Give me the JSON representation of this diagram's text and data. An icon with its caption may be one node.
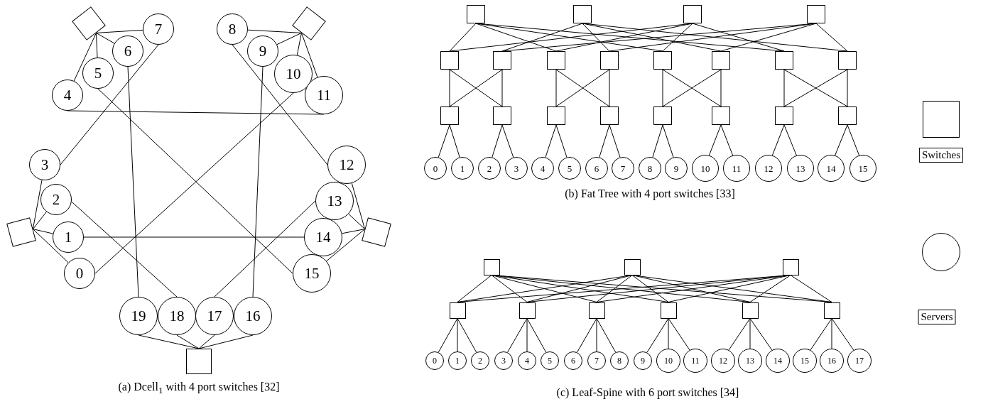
{
  "diagram": {
    "nodes": [
      {
        "text": [],
        "shape": "box"
      },
      {
        "text": [],
        "shape": "box"
      },
      {
        "text": [],
        "shape": "box"
      },
      {
        "text": [],
        "shape": "box"
      },
      {
        "text": [],
        "shape": "box"
      },
      {
        "text": [
          "0"
        ]
      },
      {
        "text": [
          "1"
        ]
      },
      {
        "text": [
          "2"
        ]
      },
      {
        "text": [
          "3"
        ]
      },
      {
        "text": [
          "4"
        ]
      },
      {
        "text": [
          "5"
        ]
      },
      {
        "text": [
          "6"
        ]
      },
      {
        "text": [
          "7"
        ]
      },
      {
        "text": [
          "8"
        ]
      },
      {
        "text": [
          "9"
        ]
      },
      {
        "text": [
          "10"
        ]
      },
      {
        "text": [
          "11"
        ]
      },
      {
        "text": [
          "12"
        ]
      },
      {
        "text": [
          "13"
        ]
      },
      {
        "text": [
          "14"
        ]
      },
      {
        "text": [
          "15"
        ]
      },
      {
        "text": [
          "16"
        ]
      },
      {
        "text": [
          "17"
        ]
      },
      {
        "text": [
          "18"
        ]
      },
      {
        "text": [
          "19"
        ]
      },
      {
        "text": [],
        "shape": "box"
      },
      {
        "text": [],
        "shape": "box"
      },
      {
        "text": [],
        "shape": "box"
      },
      {
        "text": [],
        "shape": "box"
      },
      {
        "text": [],
        "shape": "box"
      },
      {
        "text": [],
        "shape": "box"
      },
      {
        "text": [],
        "shape": "box"
      },
      {
        "text": [],
        "shape": "box"
      },
      {
        "text": [],
        "shape": "box"
      },
      {
        "text": [],
        "shape": "box"
      },
      {
        "text": [],
        "shape": "box"
      },
      {
        "text": [],
        "shape": "box"
      },
      {
        "text": [],
        "shape": "box"
      },
      {
        "text": [],
        "shape": "box"
      },
      {
        "text": [],
        "shape": "box"
      },
      {
        "text": [],
        "shape": "box"
      },
      {
        "text": [],
        "shape": "box"
      },
      {
        "text": [],
        "shape": "box"
      },
      {
        "text": [],
        "shape": "box"
      },
      {
        "text": [],
        "shape": "box"
      },
      {
        "text": [
          "0"
        ]
      },
      {
        "text": [
          "1"
        ]
      },
      {
        "text": [
          "2"
        ]
      },
      {
        "text": [
          "3"
        ]
      },
      {
        "text": [
          "4"
        ]
      },
      {
        "text": [
          "5"
        ]
      },
      {
        "text": [
          "6"
        ]
      },
      {
        "text": [
          "7"
        ]
      },
      {
        "text": [
          "8"
        ]
      },
      {
        "text": [
          "9"
        ]
      },
      {
        "text": [
          "10"
        ]
      },
      {
        "text": [
          "11"
        ]
      },
      {
        "text": [
          "12"
        ]
      },
      {
        "text": [
          "13"
        ]
      },
      {
        "text": [
          "14"
        ]
      },
      {
        "text": [
          "15"
        ]
      },
      {
        "text": [],
        "shape": "box"
      },
      {
        "text": [],
        "shape": "box"
      },
      {
        "text": [],
        "shape": "box"
      },
      {
        "text": [],
        "shape": "box"
      },
      {
        "text": [],
        "shape": "box"
      },
      {
        "text": [],
        "shape": "box"
      },
      {
        "text": [],
        "shape": "box"
      },
      {
        "text": [],
        "shape": "box"
      },
      {
        "text": [],
        "shape": "box"
      },
      {
        "text": [
          "0"
        ]
      },
      {
        "text": [
          "1"
        ]
      },
      {
        "text": [
          "2"
        ]
      },
      {
        "text": [
          "3"
        ]
      },
      {
        "text": [
          "4"
        ]
      },
      {
        "text": [
          "5"
        ]
      },
      {
        "text": [
          "6"
        ]
      },
      {
        "text": [
          "7"
        ]
      },
      {
        "text": [
          "8"
        ]
      },
      {
        "text": [
          "9"
        ]
      },
      {
        "text": [
          "10"
        ]
      },
      {
        "text": [
          "11"
        ]
      },
      {
        "text": [
          "12"
        ]
      },
      {
        "text": [
          "13"
        ]
      },
      {
        "text": [
          "14"
        ]
      },
      {
        "text": [
          "15"
        ]
      },
      {
        "text": [
          "16"
        ]
      },
      {
        "text": [
          "17"
        ]
      }
    ],
    "edges": [
      {
        "from": 0,
        "to": 9,
        "arrow": "none"
      },
      {
        "from": 0,
        "to": 10,
        "arrow": "none"
      },
      {
        "from": 0,
        "to": 11,
        "arrow": "none"
      },
      {
        "from": 0,
        "to": 12,
        "arrow": "none"
      },
      {
        "from": 1,
        "to": 13,
        "arrow": "none"
      },
      {
        "from": 1,
        "to": 14,
        "arrow": "none"
      },
      {
        "from": 1,
        "to": 15,
        "arrow": "none"
      },
      {
        "from": 1,
        "to": 16,
        "arrow": "none"
      },
      {
        "from": 2,
        "to": 5,
        "arrow": "none"
      },
      {
        "from": 2,
        "to": 6,
        "arrow": "none"
      },
      {
        "from": 2,
        "to": 7,
        "arrow": "none"
      },
      {
        "from": 2,
        "to": 8,
        "arrow": "none"
      },
      {
        "from": 3,
        "to": 17,
        "arrow": "none"
      },
      {
        "from": 3,
        "to": 18,
        "arrow": "none"
      },
      {
        "from": 3,
        "to": 19,
        "arrow": "none"
      },
      {
        "from": 3,
        "to": 20,
        "arrow": "none"
      },
      {
        "from": 4,
        "to": 21,
        "arrow": "none"
      },
      {
        "from": 4,
        "to": 22,
        "arrow": "none"
      },
      {
        "from": 4,
        "to": 23,
        "arrow": "none"
      },
      {
        "from": 4,
        "to": 24,
        "arrow": "none"
      },
      {
        "from": 8,
        "to": 12,
        "arrow": "none"
      },
      {
        "from": 5,
        "to": 15,
        "arrow": "none"
      },
      {
        "from": 6,
        "to": 19,
        "arrow": "none"
      },
      {
        "from": 7,
        "to": 23,
        "arrow": "none"
      },
      {
        "from": 9,
        "to": 16,
        "arrow": "none"
      },
      {
        "from": 10,
        "to": 20,
        "arrow": "none"
      },
      {
        "from": 11,
        "to": 24,
        "arrow": "none"
      },
      {
        "from": 13,
        "to": 17,
        "arrow": "none"
      },
      {
        "from": 14,
        "to": 21,
        "arrow": "none"
      },
      {
        "from": 18,
        "to": 22,
        "arrow": "none"
      },
      {
        "from": 25,
        "to": 29,
        "arrow": "none"
      },
      {
        "from": 25,
        "to": 31,
        "arrow": "none"
      },
      {
        "from": 25,
        "to": 33,
        "arrow": "none"
      },
      {
        "from": 25,
        "to": 35,
        "arrow": "none"
      },
      {
        "from": 26,
        "to": 30,
        "arrow": "none"
      },
      {
        "from": 26,
        "to": 32,
        "arrow": "none"
      },
      {
        "from": 26,
        "to": 34,
        "arrow": "none"
      },
      {
        "from": 26,
        "to": 36,
        "arrow": "none"
      },
      {
        "from": 27,
        "to": 29,
        "arrow": "none"
      },
      {
        "from": 27,
        "to": 31,
        "arrow": "none"
      },
      {
        "from": 27,
        "to": 33,
        "arrow": "none"
      },
      {
        "from": 27,
        "to": 35,
        "arrow": "none"
      },
      {
        "from": 28,
        "to": 30,
        "arrow": "none"
      },
      {
        "from": 28,
        "to": 32,
        "arrow": "none"
      },
      {
        "from": 28,
        "to": 34,
        "arrow": "none"
      },
      {
        "from": 28,
        "to": 36,
        "arrow": "none"
      },
      {
        "from": 29,
        "to": 37,
        "arrow": "none"
      },
      {
        "from": 29,
        "to": 38,
        "arrow": "none"
      },
      {
        "from": 30,
        "to": 37,
        "arrow": "none"
      },
      {
        "from": 30,
        "to": 38,
        "arrow": "none"
      },
      {
        "from": 31,
        "to": 39,
        "arrow": "none"
      },
      {
        "from": 31,
        "to": 40,
        "arrow": "none"
      },
      {
        "from": 32,
        "to": 39,
        "arrow": "none"
      },
      {
        "from": 32,
        "to": 40,
        "arrow": "none"
      },
      {
        "from": 33,
        "to": 41,
        "arrow": "none"
      },
      {
        "from": 33,
        "to": 42,
        "arrow": "none"
      },
      {
        "from": 34,
        "to": 41,
        "arrow": "none"
      },
      {
        "from": 34,
        "to": 42,
        "arrow": "none"
      },
      {
        "from": 35,
        "to": 43,
        "arrow": "none"
      },
      {
        "from": 35,
        "to": 44,
        "arrow": "none"
      },
      {
        "from": 36,
        "to": 43,
        "arrow": "none"
      },
      {
        "from": 36,
        "to": 44,
        "arrow": "none"
      },
      {
        "from": 37,
        "to": 45,
        "arrow": "none"
      },
      {
        "from": 37,
        "to": 46,
        "arrow": "none"
      },
      {
        "from": 38,
        "to": 47,
        "arrow": "none"
      },
      {
        "from": 38,
        "to": 48,
        "arrow": "none"
      },
      {
        "from": 39,
        "to": 49,
        "arrow": "none"
      },
      {
        "from": 39,
        "to": 50,
        "arrow": "none"
      },
      {
        "from": 40,
        "to": 51,
        "arrow": "none"
      },
      {
        "from": 40,
        "to": 52,
        "arrow": "none"
      },
      {
        "from": 41,
        "to": 53,
        "arrow": "none"
      },
      {
        "from": 41,
        "to": 54,
        "arrow": "none"
      },
      {
        "from": 42,
        "to": 55,
        "arrow": "none"
      },
      {
        "from": 42,
        "to": 56,
        "arrow": "none"
      },
      {
        "from": 43,
        "to": 57,
        "arrow": "none"
      },
      {
        "from": 43,
        "to": 58,
        "arrow": "none"
      },
      {
        "from": 44,
        "to": 59,
        "arrow": "none"
      },
      {
        "from": 44,
        "to": 60,
        "arrow": "none"
      },
      {
        "from": 61,
        "to": 64,
        "arrow": "none"
      },
      {
        "from": 61,
        "to": 65,
        "arrow": "none"
      },
      {
        "from": 61,
        "to": 66,
        "arrow": "none"
      },
      {
        "from": 61,
        "to": 67,
        "arrow": "none"
      },
      {
        "from": 61,
        "to": 68,
        "arrow": "none"
      },
      {
        "from": 61,
        "to": 69,
        "arrow": "none"
      },
      {
        "from": 62,
        "to": 64,
        "arrow": "none"
      },
      {
        "from": 62,
        "to": 65,
        "arrow": "none"
      },
      {
        "from": 62,
        "to": 66,
        "arrow": "none"
      },
      {
        "from": 62,
        "to": 67,
        "arrow": "none"
      },
      {
        "from": 62,
        "to": 68,
        "arrow": "none"
      },
      {
        "from": 62,
        "to": 69,
        "arrow": "none"
      },
      {
        "from": 63,
        "to": 64,
        "arrow": "none"
      },
      {
        "from": 63,
        "to": 65,
        "arrow": "none"
      },
      {
        "from": 63,
        "to": 66,
        "arrow": "none"
      },
      {
        "from": 63,
        "to": 67,
        "arrow": "none"
      },
      {
        "from": 63,
        "to": 68,
        "arrow": "none"
      },
      {
        "from": 63,
        "to": 69,
        "arrow": "none"
      },
      {
        "from": 64,
        "to": 70,
        "arrow": "none"
      },
      {
        "from": 64,
        "to": 71,
        "arrow": "none"
      },
      {
        "from": 64,
        "to": 72,
        "arrow": "none"
      },
      {
        "from": 65,
        "to": 73,
        "arrow": "none"
      },
      {
        "from": 65,
        "to": 74,
        "arrow": "none"
      },
      {
        "from": 65,
        "to": 75,
        "arrow": "none"
      },
      {
        "from": 66,
        "to": 76,
        "arrow": "none"
      },
      {
        "from": 66,
        "to": 77,
        "arrow": "none"
      },
      {
        "from": 66,
        "to": 78,
        "arrow": "none"
      },
      {
        "from": 67,
        "to": 79,
        "arrow": "none"
      },
      {
        "from": 67,
        "to": 80,
        "arrow": "none"
      },
      {
        "from": 67,
        "to": 81,
        "arrow": "none"
      },
      {
        "from": 68,
        "to": 82,
        "arrow": "none"
      },
      {
        "from": 68,
        "to": 83,
        "arrow": "none"
      },
      {
        "from": 68,
        "to": 84,
        "arrow": "none"
      },
      {
        "from": 69,
        "to": 85,
        "arrow": "none"
      },
      {
        "from": 69,
        "to": 86,
        "arrow": "none"
      },
      {
        "from": 69,
        "to": 87,
        "arrow": "none"
      }
    ],
    "labels": [
      "(a) Dcell$_{1}$ with 4 port switches [32]",
      "(b) Fat Tree with 4 port switches [33]",
      "(c) Leaf-Spine with 6 port switches [34]"
    ],
    "legend": [
      {
        "text": "Switches"
      },
      {
        "text": "Servers"
      }
    ]
  }
}
